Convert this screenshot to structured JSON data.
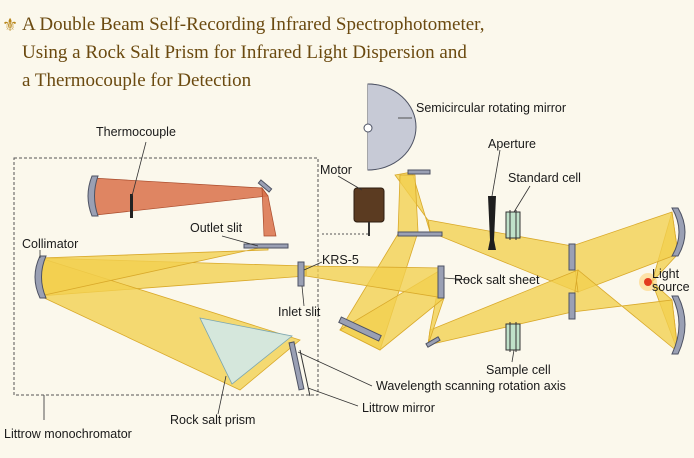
{
  "title": {
    "bullet_icon": "fleur-de-lis-icon",
    "lines": [
      "A Double Beam Self-Recording Infrared Spectrophotometer,",
      "Using a Rock Salt Prism for Infrared Light Dispersion and",
      "a Thermocouple for Detection"
    ]
  },
  "labels": {
    "semicircular_mirror": "Semicircular rotating mirror",
    "thermocouple": "Thermocouple",
    "motor": "Motor",
    "aperture": "Aperture",
    "standard_cell": "Standard cell",
    "outlet_slit": "Outlet slit",
    "collimator": "Collimator",
    "krs5": "KRS-5",
    "light_source_line1": "Light",
    "light_source_line2": "source",
    "rock_salt_sheet": "Rock salt sheet",
    "inlet_slit": "Inlet slit",
    "sample_cell": "Sample cell",
    "wavelength_axis": "Wavelength scanning rotation axis",
    "littrow_mirror": "Littrow mirror",
    "rock_salt_prism": "Rock salt prism",
    "littrow_monochromator": "Littrow monochromator"
  },
  "colors": {
    "beam": "#f2cf4e",
    "beam_stroke": "#d9a92a",
    "detector_beam": "#d9714a",
    "mirror": "#9aa0b4",
    "motor": "#5b3b21",
    "title": "#6b4a10"
  }
}
